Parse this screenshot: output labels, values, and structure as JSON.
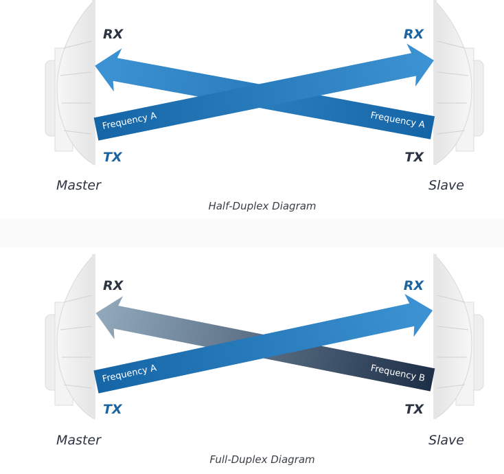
{
  "half_duplex": {
    "caption": "Half-Duplex Diagram",
    "master": {
      "name": "Master",
      "rx": "RX",
      "tx": "TX"
    },
    "slave": {
      "name": "Slave",
      "rx": "RX",
      "tx": "TX"
    },
    "link_master_to_slave": "Frequency A",
    "link_slave_to_master": "Frequency A"
  },
  "full_duplex": {
    "caption": "Full-Duplex Diagram",
    "master": {
      "name": "Master",
      "rx": "RX",
      "tx": "TX"
    },
    "slave": {
      "name": "Slave",
      "rx": "RX",
      "tx": "TX"
    },
    "link_master_to_slave": "Frequency A",
    "link_slave_to_master": "Frequency B"
  },
  "colors": {
    "blue_dark": "#1565a6",
    "blue_light": "#3d93d3",
    "navy": "#1d2f47",
    "gray_blue": "#93aabd",
    "label_dark": "#2b3440",
    "label_blue": "#1c64a0"
  }
}
